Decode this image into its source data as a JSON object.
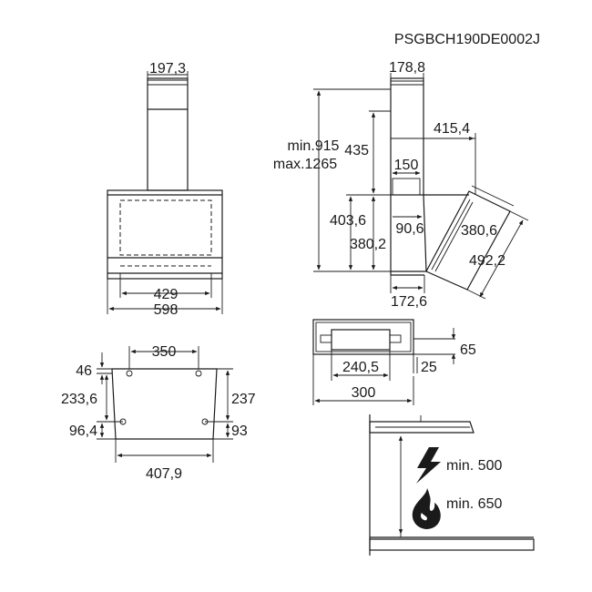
{
  "model_code": "PSGBCH190DE0002J",
  "front_view": {
    "chimney_width": "197,3",
    "inner_width": "429",
    "total_width": "598"
  },
  "side_view": {
    "chimney_depth": "178,8",
    "height_range_min": "min.915",
    "height_range_max": "max.1265",
    "chimney_height": "435",
    "depth_total": "415,4",
    "outlet_offset": "150",
    "height_left": "403,6",
    "height_inner": "380,2",
    "outlet_depth": "90,6",
    "glass_height": "380,6",
    "glass_length": "492,2",
    "base_depth": "172,6"
  },
  "outlet_view": {
    "height": "65",
    "opening_width": "240,5",
    "offset": "25",
    "width": "300"
  },
  "wall_mount": {
    "hole_spacing": "350",
    "top_offset": "46",
    "left_height": "233,6",
    "right_height": "237",
    "left_lower": "96,4",
    "right_lower": "93",
    "bottom_width": "407,9"
  },
  "clearance": {
    "electric": "min. 500",
    "gas": "min. 650",
    "electric_icon": "lightning-icon",
    "gas_icon": "flame-icon"
  }
}
